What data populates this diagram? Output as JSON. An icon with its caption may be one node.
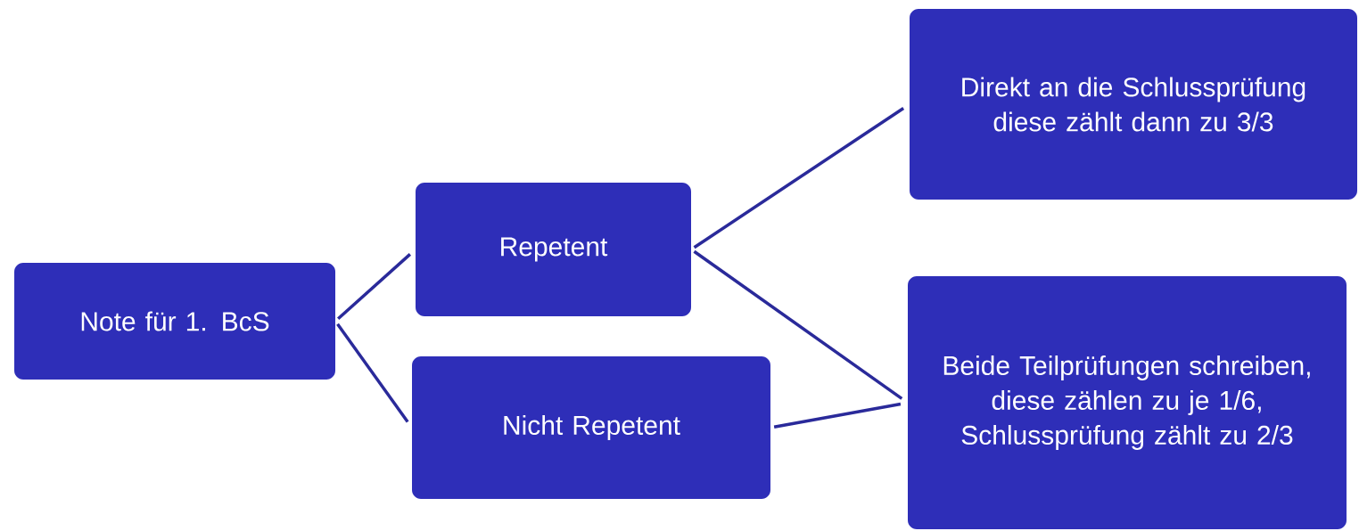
{
  "diagram": {
    "nodes": [
      {
        "text": [
          "Note für 1. BcS"
        ]
      },
      {
        "text": [
          "Repetent"
        ]
      },
      {
        "text": [
          "Nicht Repetent"
        ]
      },
      {
        "text": [
          "Direkt an die Schlussprüfung diese zählt dann zu 3/3"
        ]
      },
      {
        "text": [
          "Beide Teilprüfungen schreiben, diese zählen zu je 1/6, Schlussprüfung zählt zu 2/3"
        ]
      }
    ],
    "edges": [
      {
        "from": 0,
        "to": 1,
        "arrow": "none"
      },
      {
        "from": 0,
        "to": 2,
        "arrow": "none"
      },
      {
        "from": 1,
        "to": 3,
        "arrow": "none"
      },
      {
        "from": 1,
        "to": 4,
        "arrow": "none"
      },
      {
        "from": 2,
        "to": 4,
        "arrow": "none"
      }
    ]
  }
}
